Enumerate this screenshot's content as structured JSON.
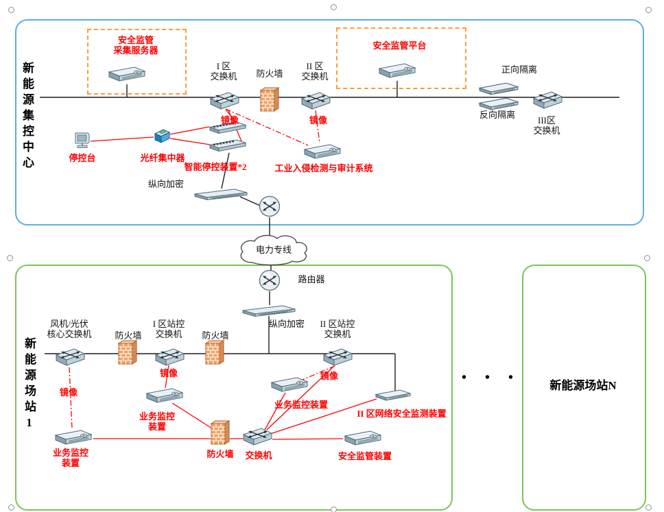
{
  "regions": {
    "control_center": "新能源集控中心",
    "station_1": "新能源场站1",
    "station_n": "新能源场站N",
    "ellipsis": "• • •"
  },
  "top": {
    "collector_label": "安全监管\n采集服务器",
    "platform_label": "安全监管平台",
    "switch_i": "I 区\n交换机",
    "firewall": "防火墙",
    "switch_ii": "II 区\n交换机",
    "forward_isolation": "正向隔离",
    "reverse_isolation": "反向隔离",
    "switch_iii": "III区\n交换机",
    "console": "停控台",
    "fiber_hub": "光纤集中器",
    "smart_stop": "智能停控装置*2",
    "mirror_i": "镜像",
    "mirror_ii": "镜像",
    "ids": "工业入侵检测与审计系统",
    "encrypt": "纵向加密"
  },
  "wan": {
    "cloud": "电力专线"
  },
  "bottom": {
    "router": "路由器",
    "encrypt": "纵向加密",
    "core_switch": "风机/光伏\n核心交换机",
    "firewall_1": "防火墙",
    "switch_i": "I 区站控\n交换机",
    "firewall_2": "防火墙",
    "switch_ii": "II 区站控\n交换机",
    "mirror_core": "镜像",
    "mirror_i": "镜像",
    "mirror_ii": "镜像",
    "monitor_mid": "业务监控\n装置",
    "monitor_center": "业务监控装置",
    "net_monitor": "II 区网络安全监测装置",
    "monitor_bottom": "业务监控\n装置",
    "firewall_3": "防火墙",
    "switch": "交换机",
    "security": "安全监管装置"
  },
  "colors": {
    "red_label": "#ff0000",
    "orange_dashed": "#ff9933",
    "blue_border": "#57b0e3",
    "green_border": "#7cc356",
    "line_black": "#1c1c1c",
    "line_red": "#ff0000"
  },
  "icons": {
    "switch": "switch-icon",
    "server": "server-icon",
    "firewall": "firewall-brick-icon",
    "router": "router-globe-icon",
    "cloud": "cloud-icon",
    "console": "console-icon",
    "fiber_hub": "fiber-hub-icon",
    "isolation": "isolation-device-icon",
    "encryptor": "encryption-device-icon",
    "port_device": "port-device-icon",
    "handle": "selection-handle"
  }
}
